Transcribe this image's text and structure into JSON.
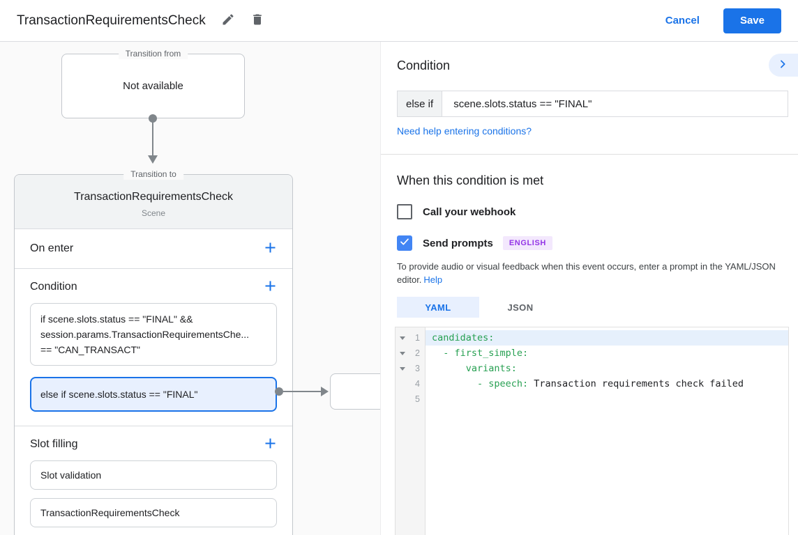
{
  "header": {
    "title": "TransactionRequirementsCheck",
    "cancel_label": "Cancel",
    "save_label": "Save"
  },
  "canvas": {
    "transition_from": {
      "legend": "Transition from",
      "content": "Not available"
    },
    "scene_card": {
      "legend": "Transition to",
      "title": "TransactionRequirementsCheck",
      "subtitle": "Scene",
      "sections": {
        "on_enter": {
          "label": "On enter"
        },
        "condition": {
          "label": "Condition",
          "items": [
            {
              "text": "if scene.slots.status == \"FINAL\" &&\nsession.params.TransactionRequirementsChe...\n== \"CAN_TRANSACT\"",
              "selected": false
            },
            {
              "text": "else if scene.slots.status == \"FINAL\"",
              "selected": true
            }
          ]
        },
        "slot_filling": {
          "label": "Slot filling",
          "items": [
            "Slot validation",
            "TransactionRequirementsCheck"
          ]
        }
      }
    }
  },
  "panel": {
    "title": "Condition",
    "condition_input": {
      "prefix": "else if",
      "value": "scene.slots.status == \"FINAL\""
    },
    "help_link": "Need help entering conditions?",
    "when_met": {
      "title": "When this condition is met",
      "webhook": {
        "label": "Call your webhook",
        "checked": false
      },
      "prompts": {
        "label": "Send prompts",
        "checked": true,
        "badge": "ENGLISH"
      },
      "description": "To provide audio or visual feedback when this event occurs, enter a prompt in the YAML/JSON editor.",
      "description_link": "Help"
    },
    "tabs": [
      {
        "label": "YAML",
        "active": true
      },
      {
        "label": "JSON",
        "active": false
      }
    ],
    "editor": {
      "lines": [
        {
          "num": "1",
          "key": "candidates:",
          "value": "",
          "fold": true,
          "highlight": true
        },
        {
          "num": "2",
          "key": "  - first_simple:",
          "value": "",
          "fold": true,
          "highlight": false
        },
        {
          "num": "3",
          "key": "      variants:",
          "value": "",
          "fold": true,
          "highlight": false
        },
        {
          "num": "4",
          "key": "        - speech:",
          "value": " Transaction requirements check failed",
          "fold": false,
          "highlight": false
        },
        {
          "num": "5",
          "key": "",
          "value": "",
          "fold": false,
          "highlight": false
        }
      ]
    }
  },
  "colors": {
    "accent_blue": "#1a73e8",
    "checkbox_blue": "#4285f4",
    "selected_condition_bg": "#e8f0fe",
    "badge_bg": "#f3e8fd",
    "badge_text": "#9334e6",
    "yaml_key_green": "#27a052",
    "connector_gray": "#80868b"
  }
}
